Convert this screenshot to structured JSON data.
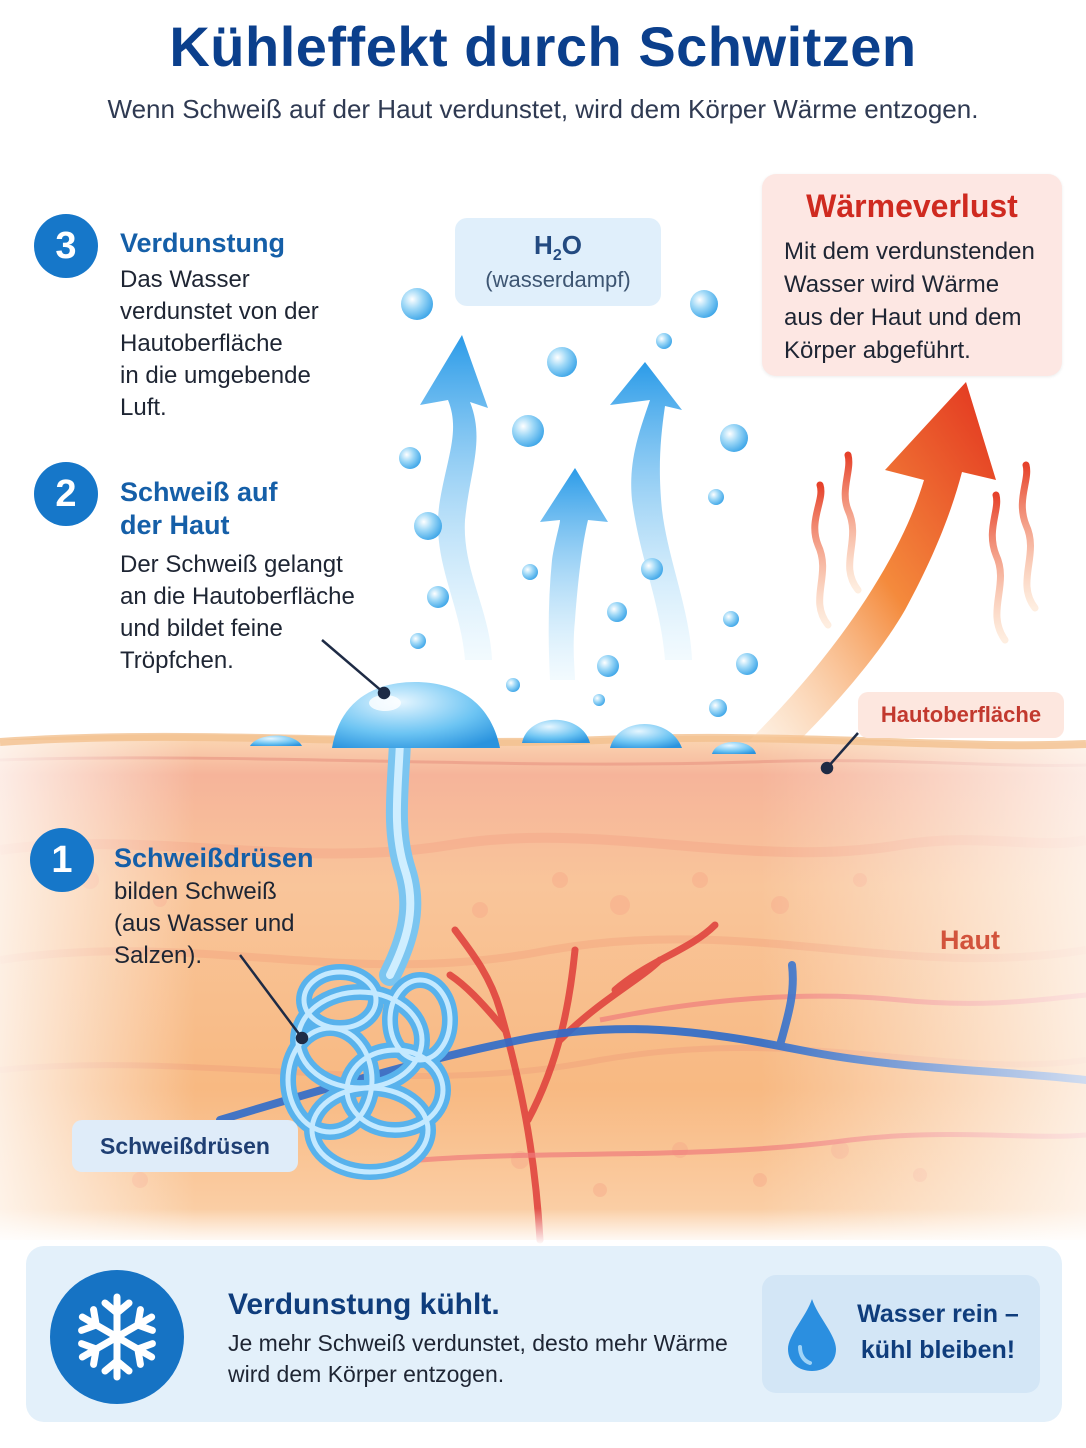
{
  "header": {
    "title": "Kühleffekt durch Schwitzen",
    "subtitle": "Wenn Schweiß auf der Haut verdunstet, wird dem Körper Wärme entzogen."
  },
  "steps": [
    {
      "number": "3",
      "title": "Verdunstung",
      "text": "Das Wasser\nverdunstet von der\nHautoberfläche\nin die umgebende\nLuft."
    },
    {
      "number": "2",
      "title": "Schweiß auf\nder Haut",
      "text": "Der Schweiß gelangt\nan die Hautoberfläche\nund bildet feine\nTröpfchen."
    },
    {
      "number": "1",
      "title": "Schweißdrüsen",
      "text": "bilden Schweiß\n(aus Wasser und\nSalzen)."
    }
  ],
  "vapor": {
    "label_main": "H",
    "label_sub": "2",
    "label_end": "O",
    "note": "(wasserdampf)"
  },
  "heat_loss": {
    "title": "Wärmeverlust",
    "text": "Mit dem verdunstenden\nWasser wird Wärme\naus der Haut und dem\nKörper abgeführt."
  },
  "labels": {
    "surface": "Hautoberfläche",
    "skin": "Haut",
    "glands": "Schweißdrüsen"
  },
  "footer": {
    "title": "Verdunstung kühlt.",
    "text": "Je mehr Schweiß verdunstet, desto mehr Wärme\nwird dem Körper entzogen.",
    "tip": "Wasser rein –\nkühl bleiben!"
  },
  "colors": {
    "title_blue": "#0b3f8c",
    "step_blue": "#1677c9",
    "heat_red": "#cf2a20",
    "water_blue": "#4fb3ee",
    "skin_orange": "#f7b889"
  },
  "icons": [
    "snowflake-icon",
    "water-drop-icon",
    "heat-arrow-icon",
    "vapor-arrow-icon"
  ]
}
